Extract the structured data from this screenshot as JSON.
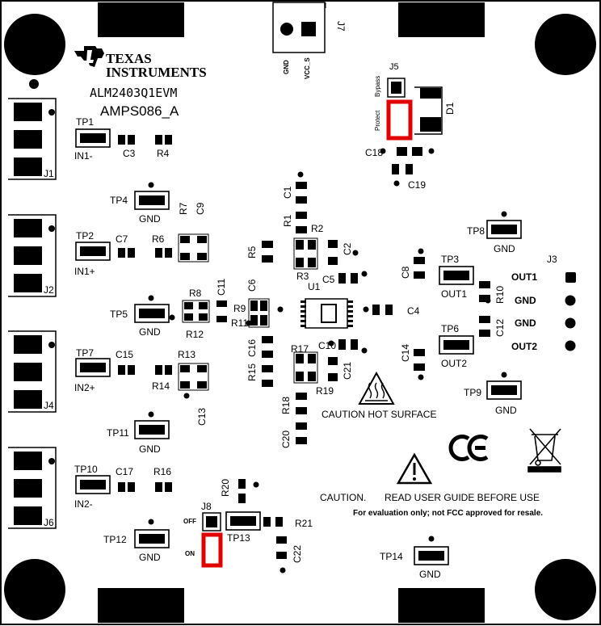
{
  "colors": {
    "ink": "#000000",
    "jumper_highlight": "#e00000",
    "background": "#ffffff"
  },
  "header": {
    "company_line1": "TEXAS",
    "company_line2": "INSTRUMENTS",
    "logo_icon": "ti-logo-icon",
    "board_name": "ALM2403Q1EVM",
    "board_id": "AMPS086_A"
  },
  "connectors": {
    "j1": "J1",
    "j2": "J2",
    "j3": "J3",
    "j4": "J4",
    "j5": "J5",
    "j6": "J6",
    "j7": "J7",
    "j8": "J8",
    "j7_pin1": "GND",
    "j7_pin2": "VCC_S",
    "j5_bypass": "Bypass",
    "j5_protect": "Protect",
    "j8_off": "OFF",
    "j8_on": "ON",
    "j3_pins": [
      "OUT1",
      "GND",
      "GND",
      "OUT2"
    ]
  },
  "diode": "D1",
  "ic": "U1",
  "test_points": {
    "tp1": "TP1",
    "tp1_net": "IN1-",
    "tp2": "TP2",
    "tp2_net": "IN1+",
    "tp3": "TP3",
    "tp3_net": "OUT1",
    "tp4": "TP4",
    "tp4_net": "GND",
    "tp5": "TP5",
    "tp5_net": "GND",
    "tp6": "TP6",
    "tp6_net": "OUT2",
    "tp7": "TP7",
    "tp7_net": "IN2+",
    "tp8": "TP8",
    "tp8_net": "GND",
    "tp9": "TP9",
    "tp9_net": "GND",
    "tp10": "TP10",
    "tp10_net": "IN2-",
    "tp11": "TP11",
    "tp11_net": "GND",
    "tp12": "TP12",
    "tp12_net": "GND",
    "tp13": "TP13",
    "tp14": "TP14",
    "tp14_net": "GND"
  },
  "capacitors": {
    "c1": "C1",
    "c2": "C2",
    "c3": "C3",
    "c4": "C4",
    "c5": "C5",
    "c6": "C6",
    "c7": "C7",
    "c8": "C8",
    "c9": "C9",
    "c10": "C10",
    "c11": "C11",
    "c12": "C12",
    "c13": "C13",
    "c14": "C14",
    "c15": "C15",
    "c16": "C16",
    "c17": "C17",
    "c18": "C18",
    "c19": "C19",
    "c20": "C20",
    "c21": "C21",
    "c22": "C22"
  },
  "resistors": {
    "r1": "R1",
    "r2": "R2",
    "r3": "R3",
    "r4": "R4",
    "r5": "R5",
    "r6": "R6",
    "r7": "R7",
    "r8": "R8",
    "r9": "R9",
    "r10": "R10",
    "r11": "R11",
    "r12": "R12",
    "r13": "R13",
    "r14": "R14",
    "r15": "R15",
    "r16": "R16",
    "r17": "R17",
    "r18": "R18",
    "r19": "R19",
    "r20": "R20",
    "r21": "R21"
  },
  "notices": {
    "hot_surface": "CAUTION HOT SURFACE",
    "hot_surface_icon": "hot-surface-warning-icon",
    "ce_mark": "CE",
    "weee_icon": "weee-crossed-bin-icon",
    "warning_icon": "warning-triangle-icon",
    "caution_prefix": "CAUTION.",
    "caution": "READ USER GUIDE BEFORE USE",
    "evaluation": "For evaluation only; not FCC approved for resale."
  }
}
